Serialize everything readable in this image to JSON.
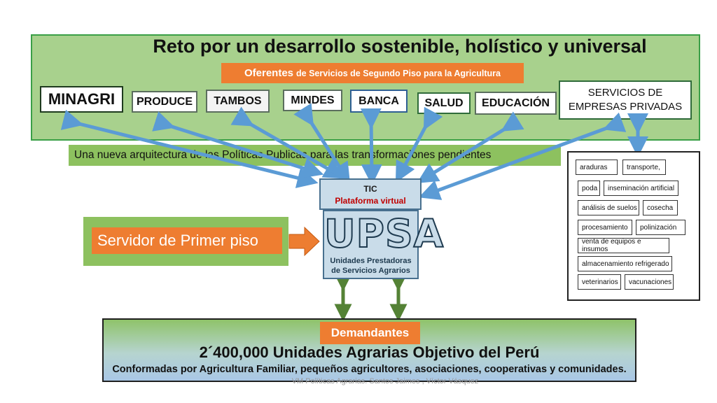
{
  "title": "Reto por un desarrollo sostenible, holístico y universal",
  "oferentes": {
    "lead": "Oferentes",
    "rest": "de Servicios de Segundo Piso para la Agricultura"
  },
  "institutions": {
    "minagri": "MINAGRI",
    "produce": "PRODUCE",
    "tambos": "TAMBOS",
    "mindes": "MINDES",
    "banca": "BANCA",
    "salud": "SALUD",
    "educacion": "EDUCACIÓN",
    "servicios_line1": "SERVICIOS DE",
    "servicios_line2": "EMPRESAS PRIVADAS"
  },
  "arquitectura": "Una nueva arquitectura de las Políticas Publicas para las transformaciones pendientes",
  "tic": {
    "label": "TIC",
    "plataforma": "Plataforma virtual"
  },
  "upsa": {
    "logo": "UPSA",
    "line1": "Unidades Prestadoras",
    "line2": "de Servicios Agrarios"
  },
  "servidor": "Servidor de Primer piso",
  "services": {
    "aradura": "araduras",
    "transporte": "transporte,",
    "poda": "poda",
    "inseminacion": "inseminación artificial",
    "analisis": "análisis de suelos",
    "cosecha": "cosecha",
    "procesamiento": "procesamiento",
    "polinizacion": "polinización",
    "venta": "venta de equipos e insumos",
    "almacenamiento": "almacenamiento refrigerado",
    "veterinarios": "veterinarios",
    "vacunaciones": "vacunaciones"
  },
  "demandantes": "Demandantes",
  "bottom_title": "2´400,000 Unidades Agrarias Objetivo del Perú",
  "bottom_subtitle": "Conformadas por Agricultura Familiar, pequeños agricultores, asociaciones, cooperativas y comunidades.",
  "footer": "VM Políticas Agrarias.       Santos Jaimes , Víctor Vásquez",
  "colors": {
    "panel_green": "#a8d18d",
    "orange": "#ee7d31",
    "arrow_blue": "#5b9bd5",
    "arrow_green": "#548235"
  }
}
